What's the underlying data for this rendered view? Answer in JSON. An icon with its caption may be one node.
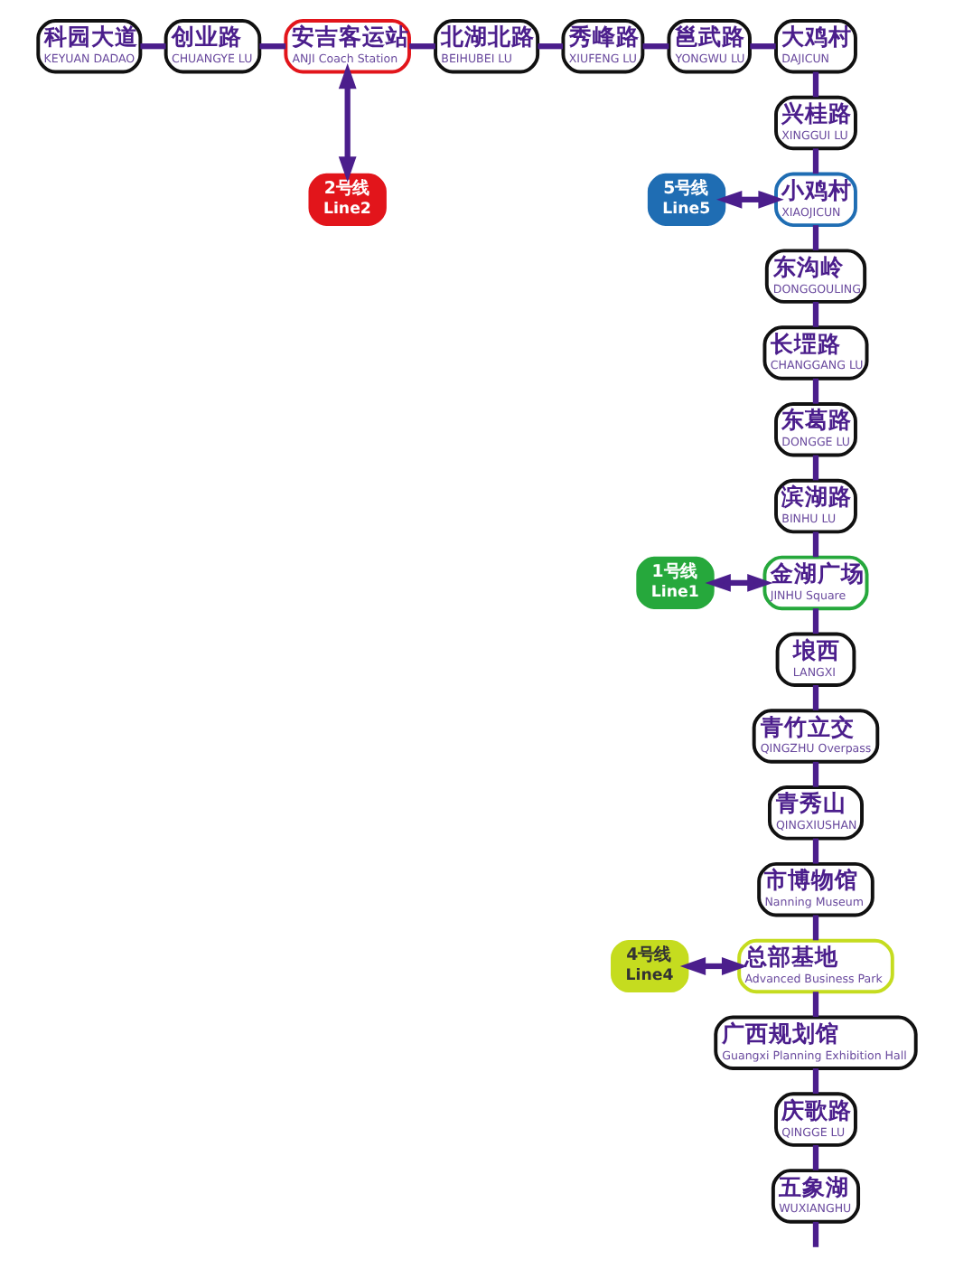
{
  "diagram": {
    "nodes": [
      {
        "text": [
          "科园大道",
          "KEYUAN DADAO"
        ]
      },
      {
        "text": [
          "创业路",
          "CHUANGYE LU"
        ]
      },
      {
        "text": [
          "安吉客运站",
          "ANJI Coach Station"
        ]
      },
      {
        "text": [
          "北湖北路",
          "BEIHUBEI LU"
        ]
      },
      {
        "text": [
          "秀峰路",
          "XIUFENG LU"
        ]
      },
      {
        "text": [
          "邕武路",
          "YONGWU LU"
        ]
      },
      {
        "text": [
          "大鸡村",
          "DAJICUN"
        ]
      },
      {
        "text": [
          "兴桂路",
          "XINGGUI LU"
        ]
      },
      {
        "text": [
          "小鸡村",
          "XIAOJICUN"
        ]
      },
      {
        "text": [
          "东沟岭",
          "DONGGOULING"
        ]
      },
      {
        "text": [
          "长堽路",
          "CHANGGANG LU"
        ]
      },
      {
        "text": [
          "东葛路",
          "DONGGE LU"
        ]
      },
      {
        "text": [
          "滨湖路",
          "BINHU LU"
        ]
      },
      {
        "text": [
          "金湖广场",
          "JINHU Square"
        ]
      },
      {
        "text": [
          "埌西",
          "LANGXI"
        ]
      },
      {
        "text": [
          "青竹立交",
          "QINGZHU Overpass"
        ]
      },
      {
        "text": [
          "青秀山",
          "QINGXIUSHAN"
        ]
      },
      {
        "text": [
          "市博物馆",
          "Nanning Museum"
        ]
      },
      {
        "text": [
          "总部基地",
          "Advanced Business Park"
        ]
      },
      {
        "text": [
          "广西规划馆",
          "Guangxi Planning Exhibition Hall"
        ]
      },
      {
        "text": [
          "庆歌路",
          "QINGGE LU"
        ]
      },
      {
        "text": [
          "五象湖",
          "WUXIANGHU"
        ]
      },
      {
        "text": [
          "5号线",
          "Line5"
        ]
      },
      {
        "text": [
          "2号线",
          "Line2"
        ]
      },
      {
        "text": [
          "1号线",
          "Line1"
        ]
      },
      {
        "text": [
          "4号线",
          "Line4"
        ]
      }
    ],
    "edges": [
      {
        "from": 0,
        "to": 1,
        "arrow": "none"
      },
      {
        "from": 1,
        "to": 2,
        "arrow": "none"
      },
      {
        "from": 2,
        "to": 3,
        "arrow": "none"
      },
      {
        "from": 3,
        "to": 4,
        "arrow": "none"
      },
      {
        "from": 4,
        "to": 5,
        "arrow": "none"
      },
      {
        "from": 5,
        "to": 6,
        "arrow": "none"
      },
      {
        "from": 6,
        "to": 7,
        "arrow": "none"
      },
      {
        "from": 7,
        "to": 8,
        "arrow": "none"
      },
      {
        "from": 8,
        "to": 9,
        "arrow": "none"
      },
      {
        "from": 9,
        "to": 10,
        "arrow": "none"
      },
      {
        "from": 10,
        "to": 11,
        "arrow": "none"
      },
      {
        "from": 11,
        "to": 12,
        "arrow": "none"
      },
      {
        "from": 12,
        "to": 13,
        "arrow": "none"
      },
      {
        "from": 13,
        "to": 14,
        "arrow": "none"
      },
      {
        "from": 14,
        "to": 15,
        "arrow": "none"
      },
      {
        "from": 15,
        "to": 16,
        "arrow": "none"
      },
      {
        "from": 16,
        "to": 17,
        "arrow": "none"
      },
      {
        "from": 17,
        "to": 18,
        "arrow": "none"
      },
      {
        "from": 18,
        "to": 19,
        "arrow": "none"
      },
      {
        "from": 19,
        "to": 20,
        "arrow": "none"
      },
      {
        "from": 20,
        "to": 21,
        "arrow": "none"
      },
      {
        "from": 21,
        "to": null,
        "arrow": "none"
      },
      {
        "from": 22,
        "to": 8,
        "arrow": "both"
      },
      {
        "from": 23,
        "to": 2,
        "arrow": "both"
      },
      {
        "from": 24,
        "to": 13,
        "arrow": "both"
      },
      {
        "from": 25,
        "to": 18,
        "arrow": "both"
      }
    ]
  }
}
